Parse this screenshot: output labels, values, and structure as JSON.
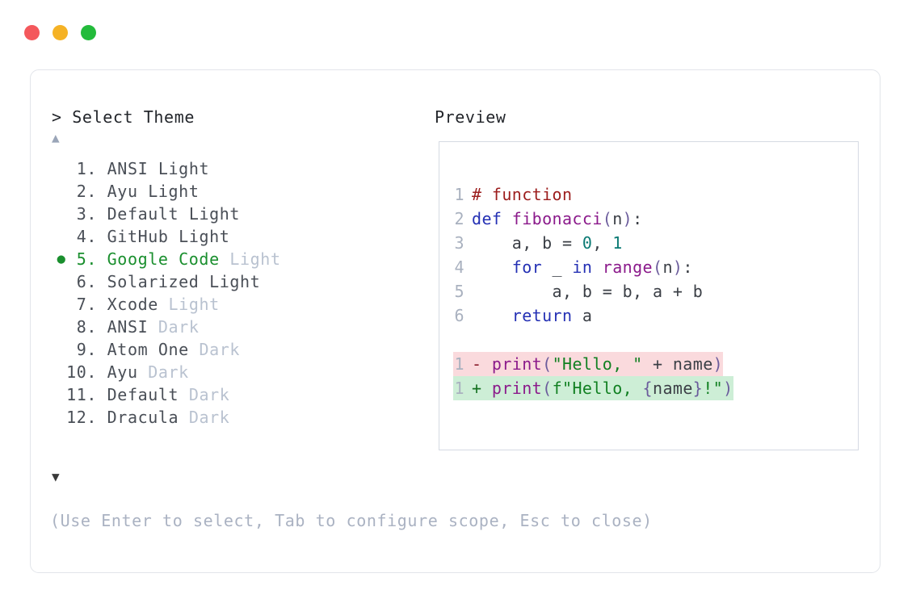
{
  "window": {
    "dots": [
      {
        "name": "close-dot",
        "color": "#f4585c"
      },
      {
        "name": "minimize-dot",
        "color": "#f5b225"
      },
      {
        "name": "maximize-dot",
        "color": "#23bb3b"
      }
    ]
  },
  "prompt": {
    "marker": ">",
    "title": "Select Theme",
    "scroll_up": "▲",
    "scroll_down": "▼",
    "header_text": "> Select Theme"
  },
  "preview": {
    "header": "Preview"
  },
  "footer": {
    "hint": "(Use Enter to select, Tab to configure scope, Esc to close)"
  },
  "themes": {
    "selected_index": 5,
    "bullet": "●",
    "items": [
      {
        "index": "1.",
        "name": "ANSI",
        "suffix": "Light",
        "selected": false,
        "dim_suffix": false
      },
      {
        "index": "2.",
        "name": "Ayu",
        "suffix": "Light",
        "selected": false,
        "dim_suffix": false
      },
      {
        "index": "3.",
        "name": "Default",
        "suffix": "Light",
        "selected": false,
        "dim_suffix": false
      },
      {
        "index": "4.",
        "name": "GitHub",
        "suffix": "Light",
        "selected": false,
        "dim_suffix": false
      },
      {
        "index": "5.",
        "name": "Google Code",
        "suffix": "Light",
        "selected": true,
        "dim_suffix": true
      },
      {
        "index": "6.",
        "name": "Solarized",
        "suffix": "Light",
        "selected": false,
        "dim_suffix": false
      },
      {
        "index": "7.",
        "name": "Xcode",
        "suffix": "Light",
        "selected": false,
        "dim_suffix": true
      },
      {
        "index": "8.",
        "name": "ANSI",
        "suffix": "Dark",
        "selected": false,
        "dim_suffix": true
      },
      {
        "index": "9.",
        "name": "Atom One",
        "suffix": "Dark",
        "selected": false,
        "dim_suffix": true
      },
      {
        "index": "10.",
        "name": "Ayu",
        "suffix": "Dark",
        "selected": false,
        "dim_suffix": true
      },
      {
        "index": "11.",
        "name": "Default",
        "suffix": "Dark",
        "selected": false,
        "dim_suffix": true
      },
      {
        "index": "12.",
        "name": "Dracula",
        "suffix": "Dark",
        "selected": false,
        "dim_suffix": true
      }
    ]
  },
  "code": {
    "lines": [
      {
        "n": "1",
        "tokens": [
          {
            "t": "comment",
            "s": "# function"
          }
        ]
      },
      {
        "n": "2",
        "tokens": [
          {
            "t": "keyword",
            "s": "def"
          },
          {
            "t": "plain",
            "s": " "
          },
          {
            "t": "func",
            "s": "fibonacci"
          },
          {
            "t": "punct",
            "s": "("
          },
          {
            "t": "plain",
            "s": "n"
          },
          {
            "t": "punct",
            "s": ")"
          },
          {
            "t": "plain",
            "s": ":"
          }
        ]
      },
      {
        "n": "3",
        "tokens": [
          {
            "t": "plain",
            "s": "    a, b = "
          },
          {
            "t": "num",
            "s": "0"
          },
          {
            "t": "plain",
            "s": ", "
          },
          {
            "t": "num",
            "s": "1"
          }
        ]
      },
      {
        "n": "4",
        "tokens": [
          {
            "t": "plain",
            "s": "    "
          },
          {
            "t": "keyword",
            "s": "for"
          },
          {
            "t": "plain",
            "s": " _ "
          },
          {
            "t": "keyword",
            "s": "in"
          },
          {
            "t": "plain",
            "s": " "
          },
          {
            "t": "func",
            "s": "range"
          },
          {
            "t": "punct",
            "s": "("
          },
          {
            "t": "plain",
            "s": "n"
          },
          {
            "t": "punct",
            "s": ")"
          },
          {
            "t": "plain",
            "s": ":"
          }
        ]
      },
      {
        "n": "5",
        "tokens": [
          {
            "t": "plain",
            "s": "        a, b = b, a + b"
          }
        ]
      },
      {
        "n": "6",
        "tokens": [
          {
            "t": "plain",
            "s": "    "
          },
          {
            "t": "keyword",
            "s": "return"
          },
          {
            "t": "plain",
            "s": " a"
          }
        ]
      }
    ],
    "diff": [
      {
        "n": "1",
        "mark": "-",
        "kind": "del",
        "tokens": [
          {
            "t": "func",
            "s": "print"
          },
          {
            "t": "punct",
            "s": "("
          },
          {
            "t": "str",
            "s": "\"Hello, \""
          },
          {
            "t": "plain",
            "s": " + name"
          },
          {
            "t": "punct",
            "s": ")"
          }
        ]
      },
      {
        "n": "1",
        "mark": "+",
        "kind": "add",
        "tokens": [
          {
            "t": "func",
            "s": "print"
          },
          {
            "t": "punct",
            "s": "("
          },
          {
            "t": "str",
            "s": "f\"Hello, "
          },
          {
            "t": "punct",
            "s": "{"
          },
          {
            "t": "plain",
            "s": "name"
          },
          {
            "t": "punct",
            "s": "}"
          },
          {
            "t": "str",
            "s": "!\""
          },
          {
            "t": "punct",
            "s": ")"
          }
        ]
      }
    ]
  },
  "colors": {
    "accent_green": "#1a8f2e",
    "text": "#4a4f57",
    "muted": "#b9c2d0",
    "border": "#e2e5ea",
    "panel_border": "#d5dae3",
    "diff_del_bg": "#fadadd",
    "diff_add_bg": "#cdeed6"
  }
}
